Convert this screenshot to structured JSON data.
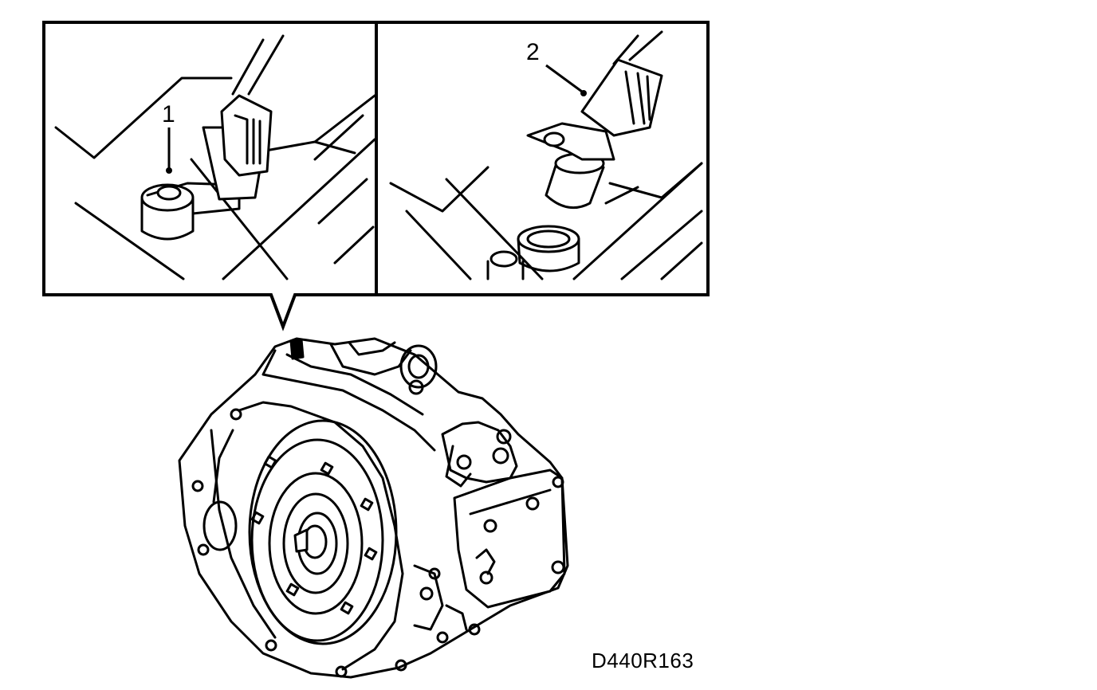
{
  "callouts": [
    {
      "number": "1"
    },
    {
      "number": "2"
    }
  ],
  "figure_code": "D440R163",
  "colors": {
    "ink": "#000000",
    "paper": "#ffffff"
  }
}
